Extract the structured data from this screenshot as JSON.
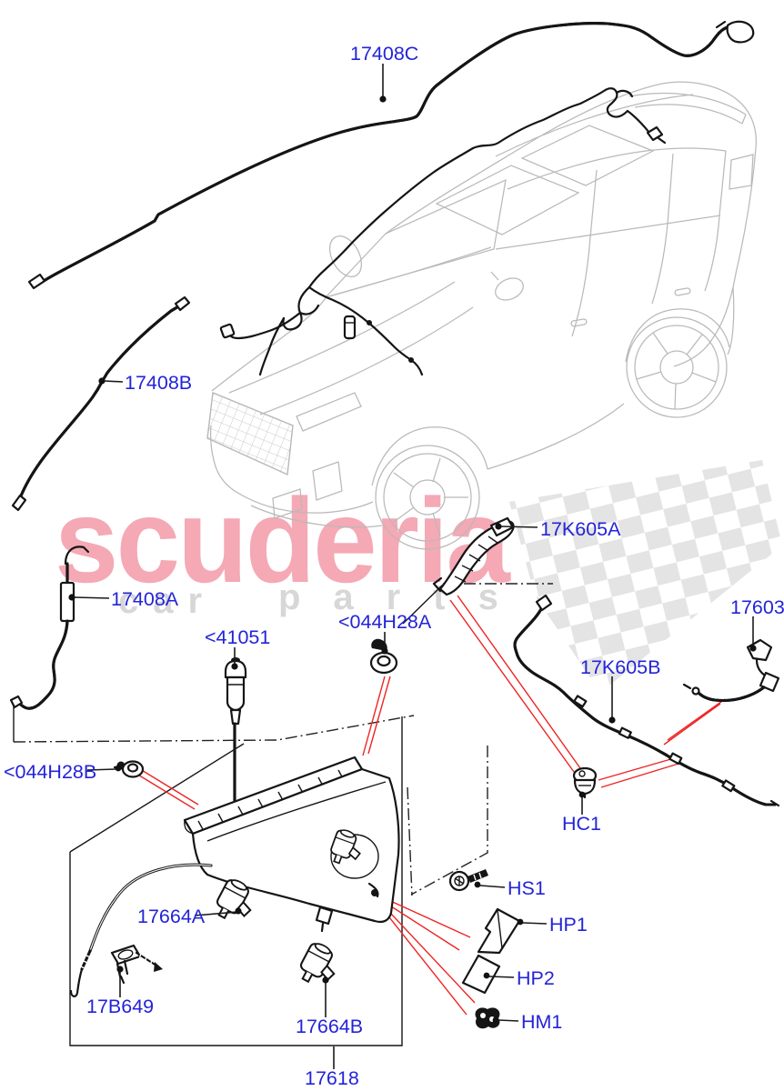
{
  "watermark": {
    "brand": "scuderia",
    "word1": "car",
    "word2": "parts"
  },
  "part_labels": {
    "hose_top": "17408C",
    "hose_left": "17408B",
    "hose_lower_left": "17408A",
    "pump_filler": "<41051",
    "grommet_a": "<044H28A",
    "grommet_b": "<044H28B",
    "rear_jet": "17K605A",
    "rear_hose_end": "17603",
    "rear_hose": "17K605B",
    "clip_hc1": "HC1",
    "screw_hs1": "HS1",
    "bracket_hp1": "HP1",
    "bracket_hp2": "HP2",
    "clip_hm1": "HM1",
    "pump_a": "17664A",
    "level_sensor": "17B649",
    "pump_b": "17664B",
    "reservoir": "17618"
  },
  "colors": {
    "label_blue": "#2324d8",
    "callout_red": "#ee2424",
    "car_gray": "#b9b9b9",
    "watermark_pink": "#f4a9b5",
    "watermark_gray": "#d7d7d7"
  }
}
